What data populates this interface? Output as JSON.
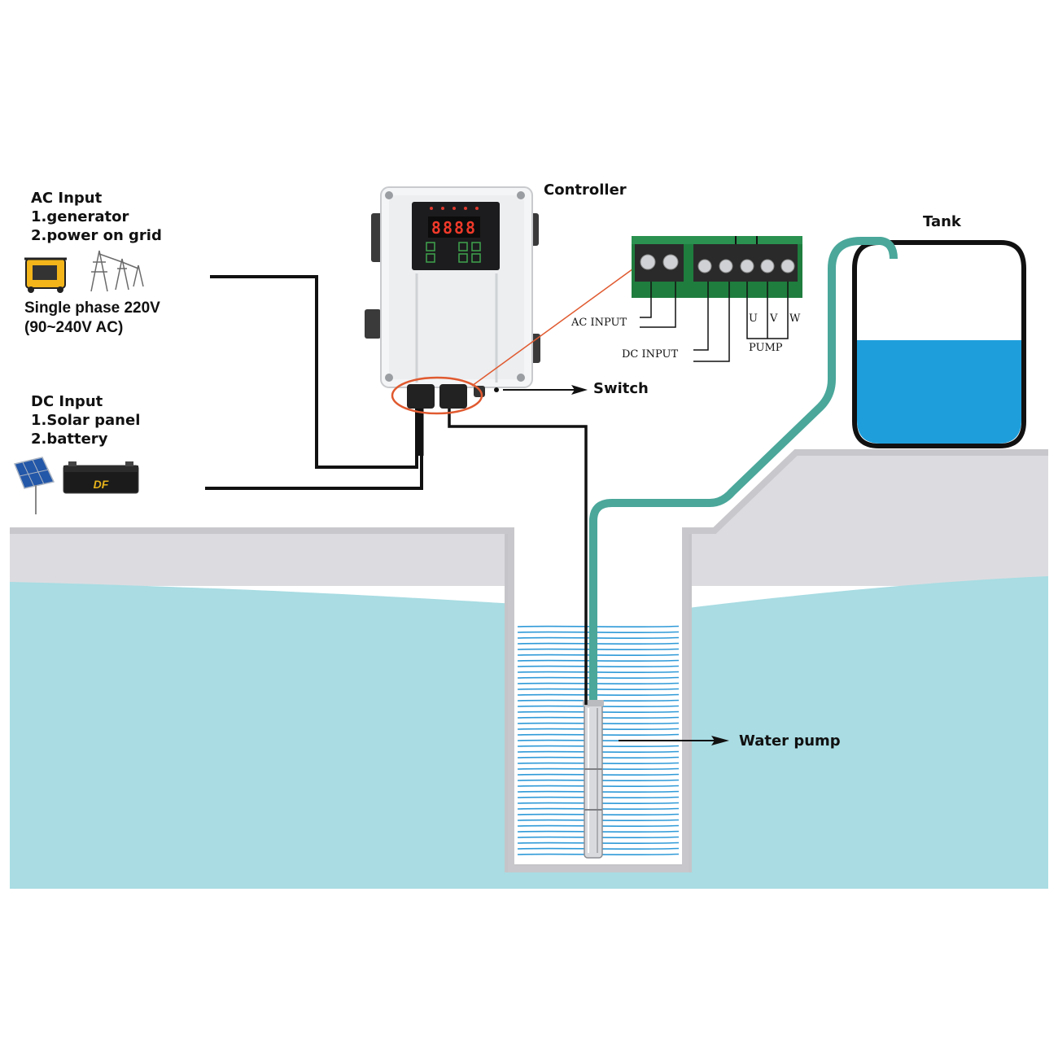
{
  "labels": {
    "controller": "Controller",
    "tank": "Tank",
    "switch": "Switch",
    "water_pump": "Water pump",
    "ac_input": {
      "title": "AC Input",
      "item1": "1.generator",
      "item2": "2.power on grid"
    },
    "ac_spec": {
      "line1": "Single phase 220V",
      "line2": "(90~240V AC)"
    },
    "dc_input": {
      "title": "DC Input",
      "item1": "1.Solar panel",
      "item2": "2.battery"
    }
  },
  "terminal_block": {
    "ac_input": "AC INPUT",
    "dc_input": "DC INPUT",
    "pump": "PUMP",
    "phases": [
      "U",
      "V",
      "W"
    ]
  },
  "controller_display": {
    "digits": "8888"
  },
  "battery_logo": "DF",
  "colors": {
    "water": "#a9dce3",
    "tank_water": "#1e9fdc",
    "pipe": "#4aa79a",
    "ground": "#dcdce0",
    "wall": "#c8c8cc",
    "callout": "#e05a30",
    "wire": "#111111"
  }
}
